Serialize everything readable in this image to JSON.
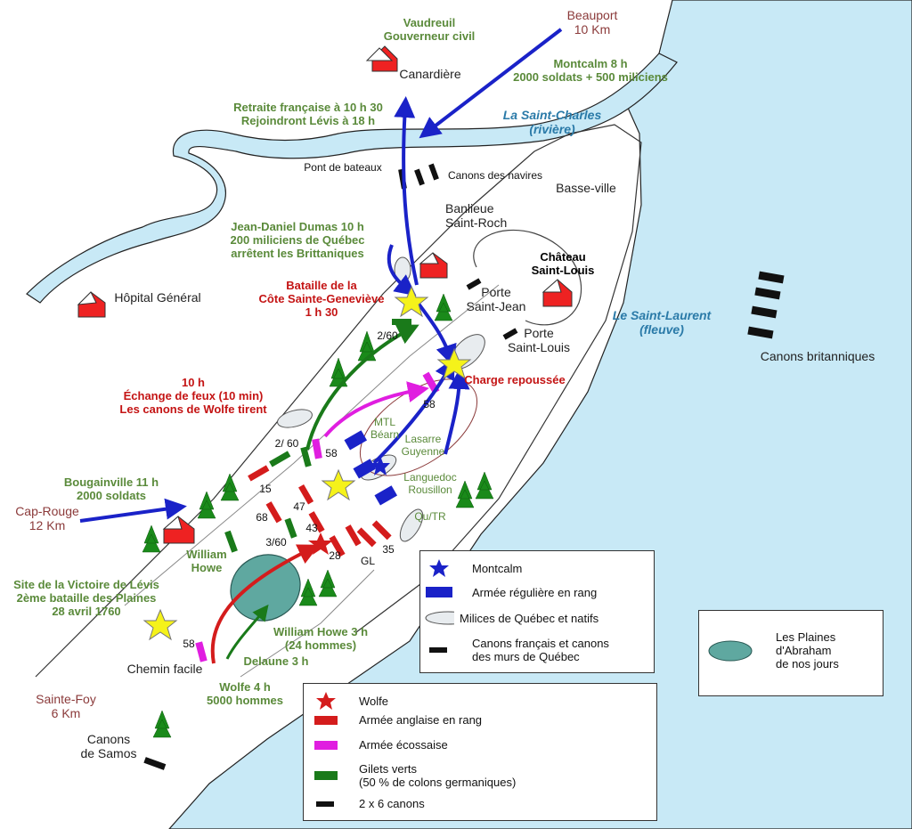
{
  "colors": {
    "river": "#c8e9f6",
    "french_blue": "#1a22c8",
    "british_red": "#d41c1c",
    "scottish_magenta": "#e01ee0",
    "green_units": "#1a7a1a",
    "label_green": "#5a8a3a",
    "label_red": "#c41414",
    "label_brown": "#8b3a3a",
    "label_teal": "#2a7aa8",
    "plains": "#5fa8a0",
    "star": "#f5f21a"
  },
  "labels": {
    "vaudreuil": "Vaudreuil\nGouverneur civil",
    "beauport": "Beauport\n10 Km",
    "canardiere": "Canardière",
    "montcalm_8h": "Montcalm 8 h\n2000 soldats + 500 miliciens",
    "retraite": "Retraite française à 10 h 30\nRejoindront Lévis à 18 h",
    "saint_charles": "La Saint-Charles\n(rivière)",
    "pont": "Pont de bateaux",
    "canons_navires": "Canons des navires",
    "basse_ville": "Basse-ville",
    "banlieue": "Banlieue\nSaint-Roch",
    "dumas": "Jean-Daniel Dumas 10 h\n200 miliciens de Québec\narrêtent les Brittaniques",
    "chateau": "Château\nSaint-Louis",
    "hopital": "Hôpital Général",
    "bataille": "Bataille de la\nCôte Sainte-Geneviève\n1 h 30",
    "porte_sj": "Porte\nSaint-Jean",
    "porte_sl": "Porte\nSaint-Louis",
    "saint_laurent": "Le Saint-Laurent\n(fleuve)",
    "canons_brit": "Canons britanniques",
    "echange": "10 h\nÉchange de feux (10 min)\nLes canons de Wolfe tirent",
    "charge": "Charge repoussée",
    "bougainville": "Bougainville 11 h\n2000 soldats",
    "cap_rouge": "Cap-Rouge\n12 Km",
    "william_howe": "William\nHowe",
    "site_victoire": "Site de la Victoire de Lévis\n2ème bataille des Plaines\n28 avril 1760",
    "chemin": "Chemin facile",
    "howe3h": "William Howe 3 h\n(24 hommes)",
    "delaune": "Delaune 3 h",
    "wolfe4h": "Wolfe 4 h\n5000 hommes",
    "sainte_foy": "Sainte-Foy\n6 Km",
    "samos": "Canons\nde Samos",
    "u_260": "2/60",
    "u_2_60b": "2/ 60",
    "u_58a": "58",
    "u_58b": "58",
    "u_58c": "58",
    "u_15": "15",
    "u_68": "68",
    "u_47": "47",
    "u_43": "43",
    "u_3_60": "3/60",
    "u_28": "28",
    "u_gl": "GL",
    "u_35": "35",
    "u_mtl": "MTL\nBéarn",
    "u_lasarre": "Lasarre\nGuyenne",
    "u_languedoc": "Languedoc\nRousillon",
    "u_qutr": "Qu/TR"
  },
  "legend_french": [
    {
      "symbol": "blue-star",
      "text": "Montcalm"
    },
    {
      "symbol": "blue-rect",
      "text": "Armée régulière en rang"
    },
    {
      "symbol": "ellipse",
      "text": "Milices de Québec et natifs"
    },
    {
      "symbol": "black-bar",
      "text": "Canons français et canons\ndes murs de Québec"
    }
  ],
  "legend_british": [
    {
      "symbol": "red-star",
      "text": "Wolfe"
    },
    {
      "symbol": "red-rect",
      "text": "Armée anglaise en rang"
    },
    {
      "symbol": "magenta-rect",
      "text": "Armée écossaise"
    },
    {
      "symbol": "green-rect",
      "text": "Gilets verts\n(50 % de colons germaniques)"
    },
    {
      "symbol": "black-bar",
      "text": "2 x 6 canons"
    }
  ],
  "legend_plains": {
    "symbol": "teal-ellipse",
    "text": "Les Plaines\nd'Abraham\nde nos jours"
  }
}
